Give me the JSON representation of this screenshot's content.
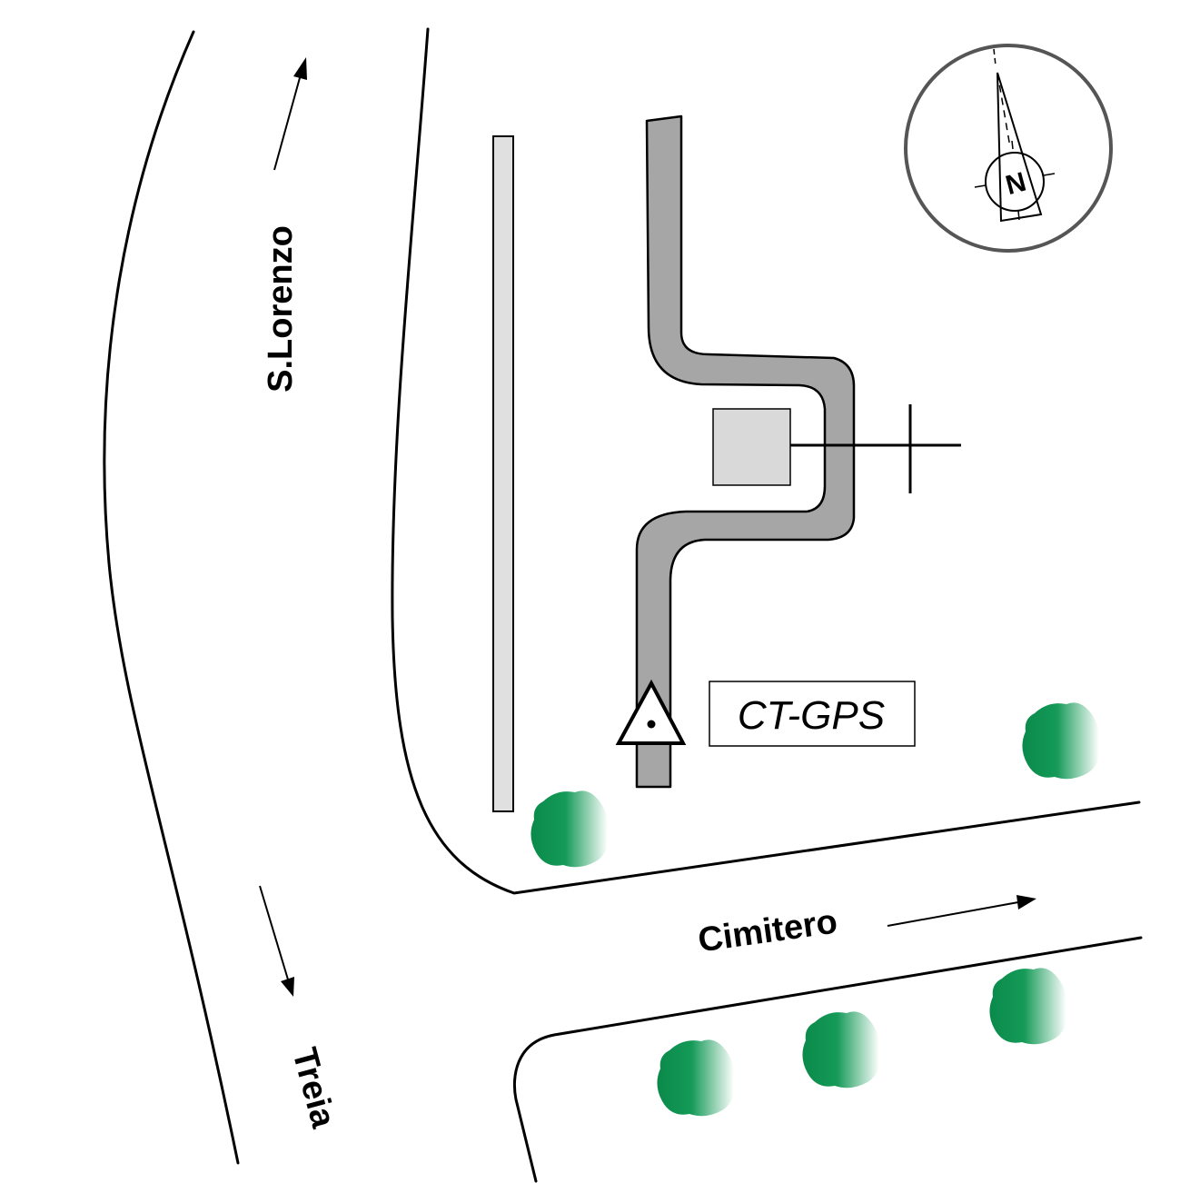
{
  "labels": {
    "road_north": "S.Lorenzo",
    "road_south": "Treia",
    "road_east": "Cimitero",
    "station": "CT-GPS",
    "north": "N"
  },
  "colors": {
    "path_fill": "#a6a6a6",
    "building_fill": "#d9d9d9",
    "wall_fill": "#e0e0e0",
    "tree_dark": "#0a8a4a",
    "tree_light": "#ffffff",
    "compass_ring": "#555555"
  },
  "icons": {
    "station_marker": "triangle-with-dot",
    "compass": "north-arrow-compass",
    "trees": "tree-icon"
  }
}
